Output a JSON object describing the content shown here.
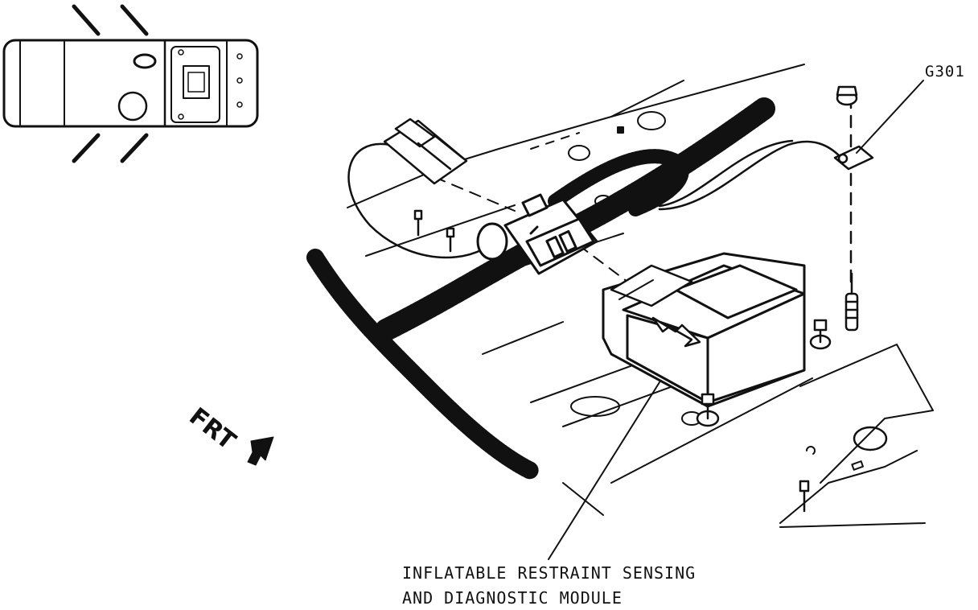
{
  "labels": {
    "ground": "G301",
    "module_line1": "INFLATABLE RESTRAINT SENSING",
    "module_line2": "AND DIAGNOSTIC MODULE",
    "direction": "FRT"
  },
  "icons": [
    "vehicle-locator-icon",
    "front-direction-arrow-icon"
  ]
}
